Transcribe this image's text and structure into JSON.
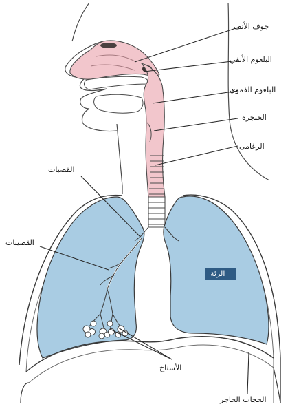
{
  "labels": {
    "nasal_cavity": "جوف الأنف",
    "nasopharynx": "البلعوم الأنفي",
    "oropharynx": "البلعوم الفموي",
    "larynx": "الحنجرة",
    "trachea": "الرغامى",
    "bronchi": "القصبات",
    "bronchioles": "القصيبات",
    "lung": "الرئة",
    "alveoli": "الأسناخ",
    "diaphragm": "الحجاب الحاجز"
  },
  "colors": {
    "airway_pink": "#f2c6cc",
    "lung_blue": "#a9cce3",
    "outline": "#3a3a3a",
    "lung_label_bg": "#2f5b84"
  }
}
